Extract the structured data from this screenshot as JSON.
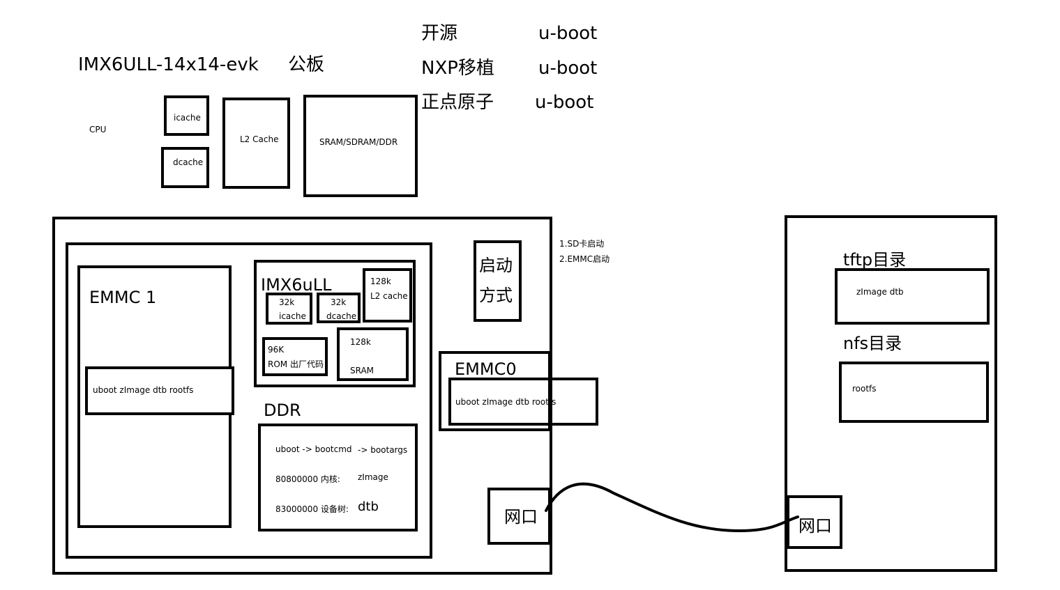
{
  "top": {
    "board_name": "IMX6ULL-14x14-evk",
    "board_type": "公板",
    "uboot_sources": [
      {
        "name": "开源",
        "value": "u-boot"
      },
      {
        "name": "NXP移植",
        "value": "u-boot"
      },
      {
        "name": "正点原子",
        "value": "u-boot"
      }
    ]
  },
  "cpu_hierarchy": {
    "cpu_label": "CPU",
    "icache": "icache",
    "dcache": "dcache",
    "l2": "L2 Cache",
    "memory": "SRAM/SDRAM/DDR"
  },
  "board": {
    "emmc1": {
      "title": "EMMC 1",
      "partitions": "uboot  zImage dtb  rootfs"
    },
    "soc": {
      "title": "IMX6uLL",
      "icache_size": "32k",
      "icache_label": "icache",
      "dcache_size": "32k",
      "dcache_label": "dcache",
      "l2_size": "128k",
      "l2_label": "L2 cache",
      "rom_size": "96K",
      "rom_label": "ROM 出厂代码",
      "sram_size": "128k",
      "sram_label": "SRAM"
    },
    "ddr": {
      "title": "DDR",
      "row1_a": "uboot -> bootcmd",
      "row1_b": "-> bootargs",
      "row2_a": "80800000  内核:",
      "row2_b": "zImage",
      "row3_a": "83000000  设备树:",
      "row3_b": "dtb"
    },
    "boot_mode": {
      "line1": "启动",
      "line2": "方式",
      "option1": "1.SD卡启动",
      "option2": "2.EMMC启动"
    },
    "emmc0": {
      "title": "EMMC0",
      "partitions": "uboot  zImage dtb  rootfs"
    },
    "net_port": "网口"
  },
  "server": {
    "tftp_title": "tftp目录",
    "tftp_content": "zImage dtb",
    "nfs_title": "nfs目录",
    "nfs_content": "rootfs",
    "net_port": "网口"
  }
}
